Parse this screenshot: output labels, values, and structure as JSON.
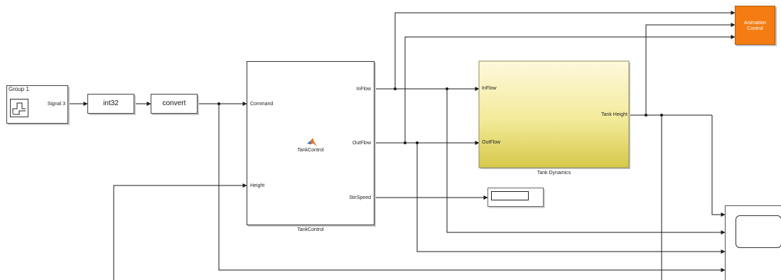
{
  "blocks": {
    "group": {
      "title": "Group 1",
      "port": "Signal 3"
    },
    "int32": {
      "label": "int32"
    },
    "convert": {
      "label": "convert"
    },
    "tank_control": {
      "in_command": "Command",
      "in_height": "Height",
      "out_inflow": "InFlow",
      "out_outflow": "OutFlow",
      "out_stirspeed": "StirSpeed",
      "center_label": "TankControl",
      "caption": "TankControl"
    },
    "tank_dynamics": {
      "in_inflow": "InFlow",
      "in_outflow": "OutFlow",
      "out_height": "Tank Height",
      "caption": "Tank Dynamics"
    },
    "animation": {
      "label_line1": "Animation",
      "label_line2": "Control",
      "color": "#f47c12"
    },
    "display": {
      "value": ""
    }
  },
  "colors": {
    "line": "#1a1a1a",
    "tank_top": "#fdf8d6",
    "tank_bottom": "#d9cd4a"
  },
  "icons": {
    "signal": "signal-builder-icon",
    "matlab": "matlab-logo-icon",
    "scope": "scope-screen-icon"
  }
}
